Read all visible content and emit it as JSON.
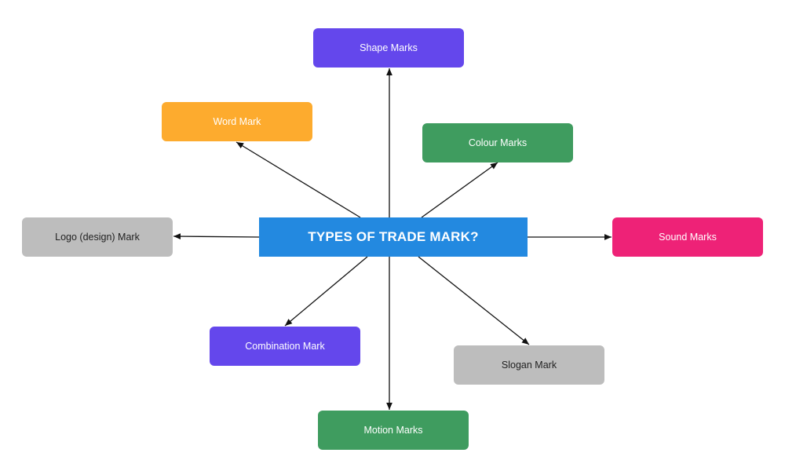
{
  "center": {
    "label": "TYPES OF TRADE MARK?",
    "color": "#2389e0"
  },
  "nodes": [
    {
      "id": "shape",
      "label": "Shape Marks",
      "color": "#6447ec"
    },
    {
      "id": "word",
      "label": "Word Mark",
      "color": "#fdab2e"
    },
    {
      "id": "colour",
      "label": "Colour Marks",
      "color": "#3f9c5f"
    },
    {
      "id": "logo",
      "label": "Logo (design) Mark",
      "color": "#bdbdbd",
      "text_color": "#222222"
    },
    {
      "id": "sound",
      "label": "Sound Marks",
      "color": "#ee2277"
    },
    {
      "id": "combination",
      "label": "Combination Mark",
      "color": "#6447ec"
    },
    {
      "id": "slogan",
      "label": "Slogan Mark",
      "color": "#bdbdbd",
      "text_color": "#222222"
    },
    {
      "id": "motion",
      "label": "Motion Marks",
      "color": "#3f9c5f"
    }
  ]
}
